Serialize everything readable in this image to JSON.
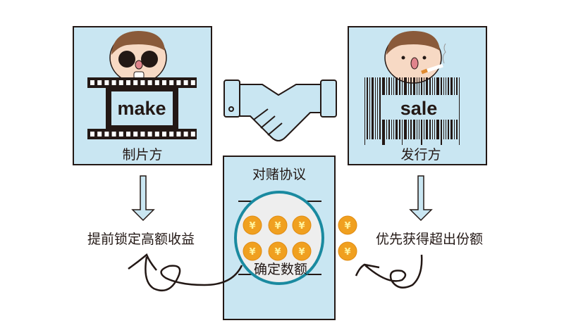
{
  "producer": {
    "title": "制片方",
    "word": "make"
  },
  "distributor": {
    "title": "发行方",
    "word": "sale"
  },
  "agreement": {
    "title": "对赌协议",
    "fixed_amount": "确定数额"
  },
  "outcomes": {
    "left": "提前锁定高额收益",
    "right": "优先获得超出份额"
  },
  "coin_symbol": "¥",
  "colors": {
    "panel": "#c9e6f2",
    "outline": "#231815",
    "circle": "#1a8aa0",
    "coin": "#f0a020",
    "face": "#f7d9c4",
    "hair": "#8a5a3a"
  }
}
